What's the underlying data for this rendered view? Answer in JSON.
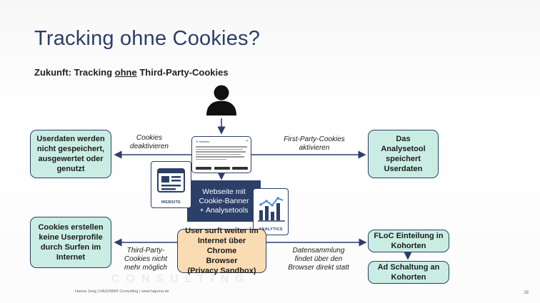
{
  "slide": {
    "title": "Tracking ohne Cookies?",
    "subtitle_prefix": "Zukunft: Tracking ",
    "subtitle_underlined": "ohne",
    "subtitle_suffix": " Third-Party-Cookies"
  },
  "diagram": {
    "left_top_box": [
      "Userdaten werden",
      "nicht gespeichert,",
      "ausgewertet oder",
      "genutzt"
    ],
    "right_top_box": [
      "Das Analysetool",
      "speichert",
      "Userdaten"
    ],
    "left_bottom_box": [
      "Cookies erstellen",
      "keine Userprofile",
      "durch Surfen im",
      "Internet"
    ],
    "center_box": [
      "User surft weiter im",
      "Internet über Chrome",
      "Browser",
      "(Privacy Sandbox)"
    ],
    "right_box_1": [
      "FLoC Einteilung in",
      "Kohorten"
    ],
    "right_box_2": [
      "Ad Schaltung an",
      "Kohorten"
    ],
    "dark_box": [
      "Webseite mit",
      "Cookie-Banner",
      "+ Analysetools"
    ],
    "label_cookies_off": [
      "Cookies",
      "deaktivieren"
    ],
    "label_first_party": [
      "First-Party-Cookies",
      "aktivieren"
    ],
    "label_third_party": [
      "Third-Party-",
      "Cookies nicht",
      "mehr möglich"
    ],
    "label_data_collection": [
      "Datensammlung",
      "findet über den",
      "Browser direkt statt"
    ],
    "website_caption": "WEBSITE",
    "analytics_caption": "ANALYTICS",
    "screenshot_logo": "≋ ahsimbo"
  },
  "footer": {
    "text": "Hanna Jung | HAJUMA® Consulting | www.hajuma.de",
    "page_number": "28",
    "watermark": "CONSULTING"
  },
  "colors": {
    "navy": "#2b3f69",
    "mint": "#c9ede3",
    "peach": "#f9dcb4"
  },
  "icons": [
    "user-icon",
    "website-icon",
    "analytics-icon"
  ]
}
